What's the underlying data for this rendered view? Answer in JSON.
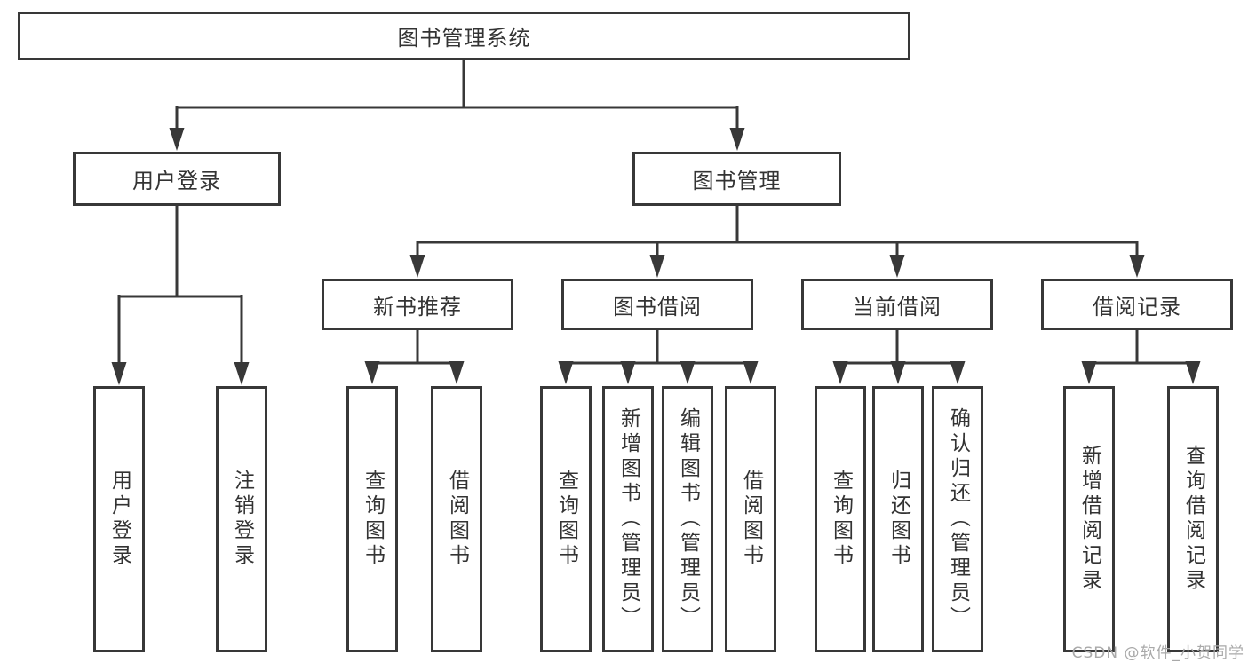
{
  "root": {
    "label": "图书管理系统"
  },
  "level2": {
    "user_login": {
      "label": "用户登录"
    },
    "book_management": {
      "label": "图书管理"
    }
  },
  "level3": {
    "new_book_recommend": {
      "label": "新书推荐"
    },
    "book_borrow": {
      "label": "图书借阅"
    },
    "current_borrow": {
      "label": "当前借阅"
    },
    "borrow_records": {
      "label": "借阅记录"
    }
  },
  "leaves": {
    "user_login": "用户登录",
    "logout": "注销登录",
    "recommend_query_books": "查询图书",
    "recommend_borrow_books": "借阅图书",
    "borrow_query_books": "查询图书",
    "add_book_admin": "新增图书（管理员）",
    "edit_book_admin": "编辑图书（管理员）",
    "borrow_borrow_books": "借阅图书",
    "current_query_books": "查询图书",
    "return_books": "归还图书",
    "confirm_return_admin": "确认归还（管理员）",
    "add_borrow_record": "新增借阅记录",
    "query_borrow_record": "查询借阅记录"
  },
  "watermark": "CSDN @软件_小贺同学",
  "colors": {
    "line": "#383838",
    "text": "#333333",
    "box_background": "#ffffff",
    "watermark": "#a9a9a9"
  }
}
